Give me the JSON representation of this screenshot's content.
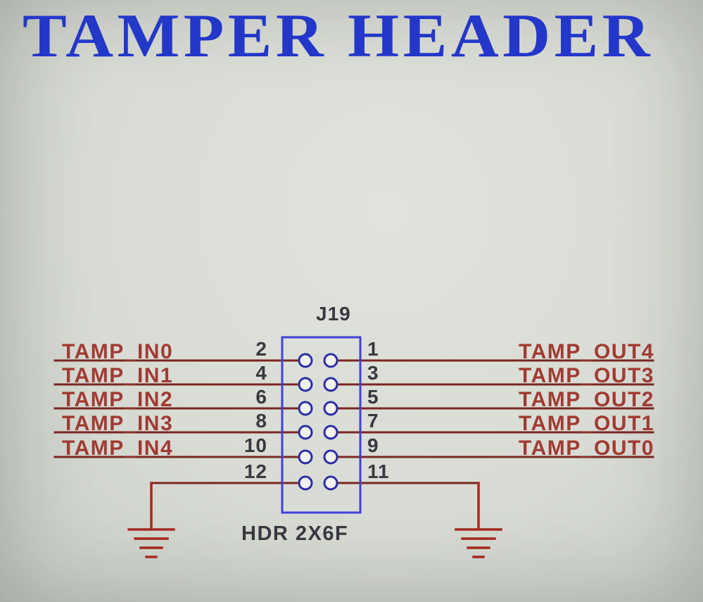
{
  "title": "TAMPER HEADER",
  "connector": {
    "refdes": "J19",
    "part": "HDR 2X6F",
    "left_pins": [
      "2",
      "4",
      "6",
      "8",
      "10",
      "12"
    ],
    "right_pins": [
      "1",
      "3",
      "5",
      "7",
      "9",
      "11"
    ],
    "left_signals": [
      "TAMP_IN0",
      "TAMP_IN1",
      "TAMP_IN2",
      "TAMP_IN3",
      "TAMP_IN4"
    ],
    "right_signals": [
      "TAMP_OUT4",
      "TAMP_OUT3",
      "TAMP_OUT2",
      "TAMP_OUT1",
      "TAMP_OUT0"
    ]
  },
  "colors": {
    "title": "#2337c9",
    "wire": "#7a2721",
    "signal-text": "#a13a33",
    "pin-text": "#383840",
    "connector-outline": "#4040d8",
    "pin-circle": "#2d2da6",
    "pin-fill": "#f2f3ee",
    "ground": "#a5281e",
    "bg": "#d8dcd4"
  }
}
